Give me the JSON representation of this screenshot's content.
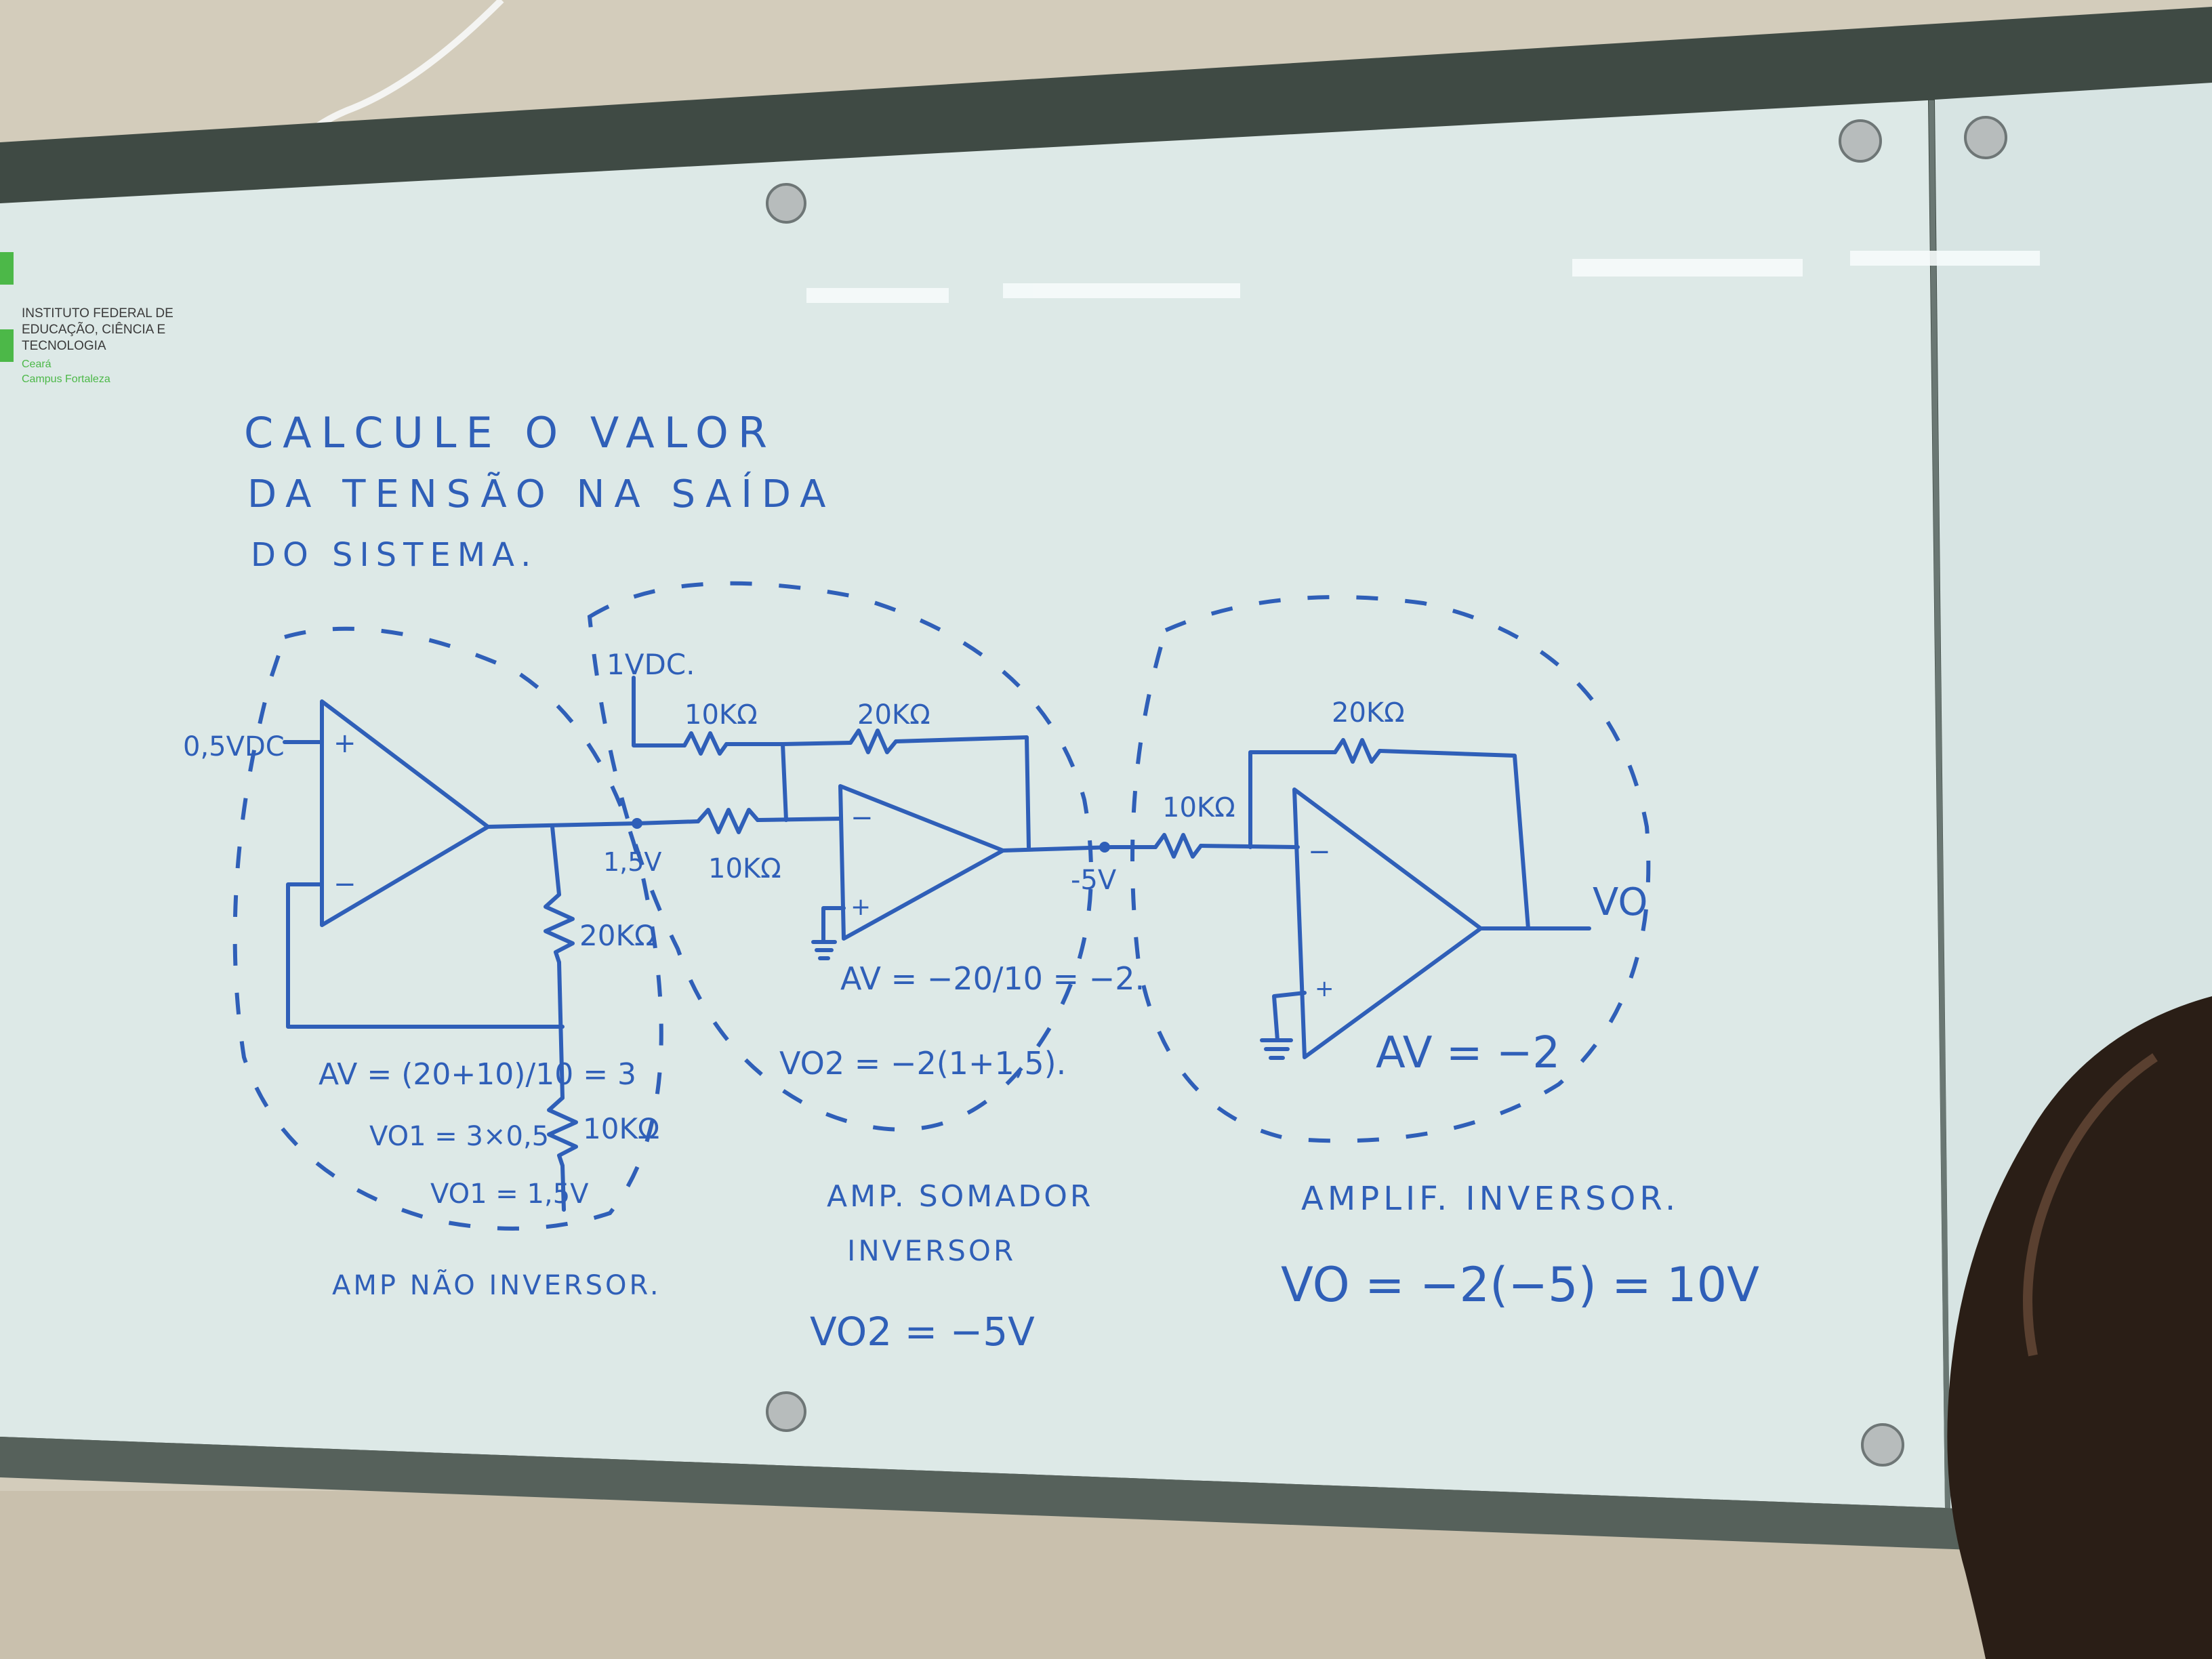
{
  "colors": {
    "wall": "#d3ccbb",
    "frame": "#3f4a44",
    "board": "#dde9e7",
    "marker": "#2f5fb8",
    "logo_green": "#4cb848",
    "hair": "#2a1e16"
  },
  "logo": {
    "line1": "INSTITUTO FEDERAL DE",
    "line2": "EDUCAÇÃO, CIÊNCIA E",
    "line3": "TECNOLOGIA",
    "line4": "Ceará",
    "line5": "Campus Fortaleza"
  },
  "prompt": {
    "line1": "CALCULE O VALOR",
    "line2": "DA TENSÃO NA SAÍDA",
    "line3": "DO SISTEMA."
  },
  "stage1": {
    "input": "0,5VDC",
    "plus": "+",
    "minus": "−",
    "r_top": "20KΩ",
    "r_bottom": "10KΩ",
    "gain": "AV = (20+10)/10 = 3",
    "vo1_calc": "VO1 = 3×0,5",
    "vo1_result": "VO1 = 1,5V",
    "caption": "AMP NÃO INVERSOR."
  },
  "stage2": {
    "supply": "1VDC.",
    "r1": "10KΩ",
    "rf": "20KΩ",
    "node_v": "1,5V",
    "r2": "10KΩ",
    "out_node": "-5V",
    "minus": "−",
    "plus": "+",
    "gain": "AV = −20/10 = −2.",
    "vo2_calc": "VO2 = −2(1+1,5).",
    "caption1": "AMP. SOMADOR",
    "caption2": "INVERSOR",
    "vo2_result": "VO2 = −5V"
  },
  "stage3": {
    "rin": "10KΩ",
    "rf": "20KΩ",
    "minus": "−",
    "plus": "+",
    "out": "VO",
    "gain": "AV = −2",
    "caption": "AMPLIF. INVERSOR.",
    "result": "VO = −2(−5) = 10V"
  }
}
